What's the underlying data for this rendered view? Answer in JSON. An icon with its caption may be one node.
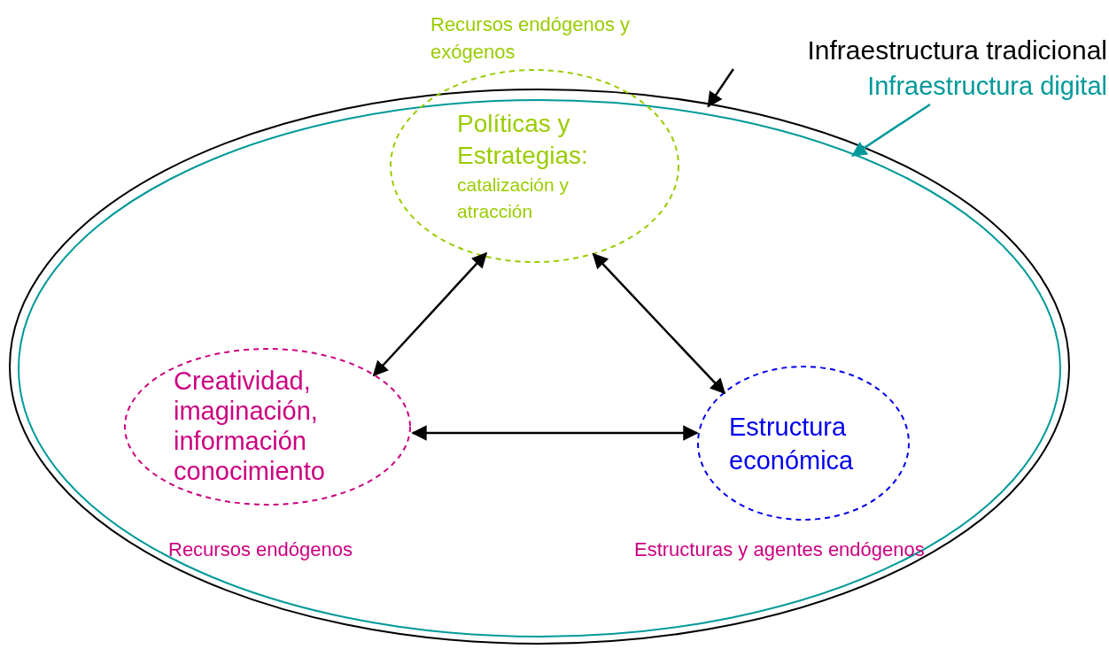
{
  "diagram": {
    "nodes": [
      {
        "text": [],
        "shape": "ellipse"
      },
      {
        "text": [],
        "shape": "ellipse",
        "in": 0
      },
      {
        "text": [
          "Infraestructura tradicional"
        ]
      },
      {
        "text": [
          "Infraestructura digital"
        ]
      },
      {
        "text": [
          "Políticas y Estrategias:",
          "catalización y atracción"
        ],
        "beside": [
          "Recursos endógenos y exógenos"
        ]
      },
      {
        "text": [
          "Creatividad, imaginación, información conocimiento"
        ],
        "beside": [
          "Recursos endógenos"
        ],
        "in": 1
      },
      {
        "text": [
          "Estructura económica"
        ],
        "beside": [
          "Estructuras y agentes endógenos"
        ],
        "in": 1
      }
    ],
    "edges": [
      {
        "from": 2,
        "to": 0,
        "arrow": "to"
      },
      {
        "from": 3,
        "to": 1,
        "arrow": "to",
        "color": "#009999"
      },
      {
        "from": 4,
        "to": 5,
        "arrow": "both"
      },
      {
        "from": 4,
        "to": 6,
        "arrow": "both"
      },
      {
        "from": 5,
        "to": 6,
        "arrow": "both"
      }
    ]
  }
}
